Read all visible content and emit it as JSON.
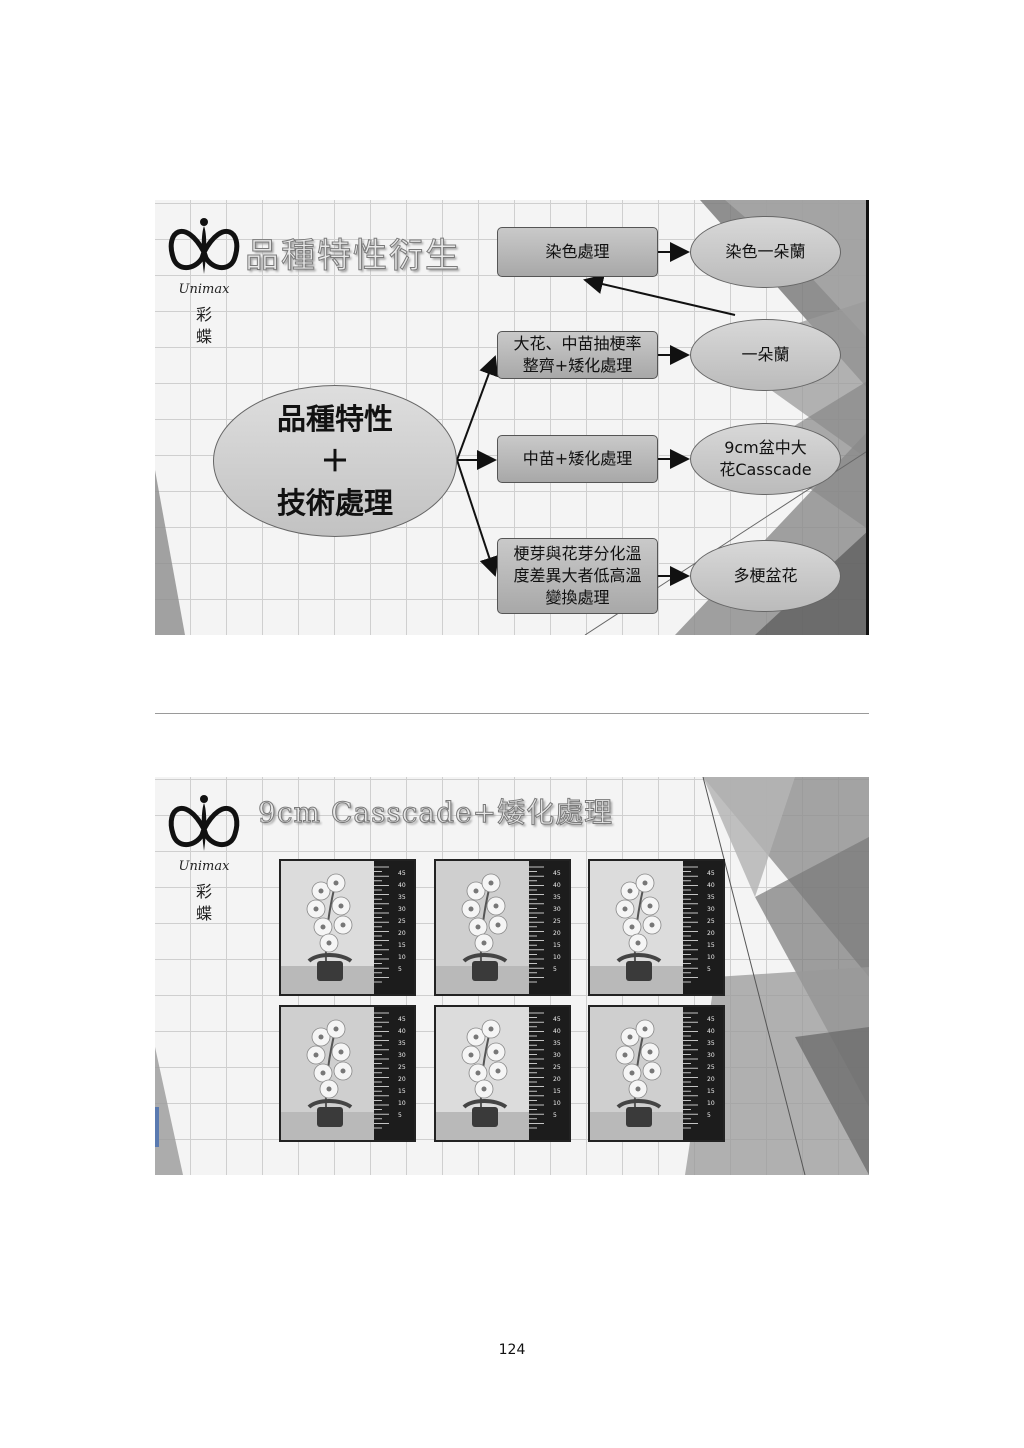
{
  "brand": {
    "name": "Unimax",
    "chinese": [
      "彩",
      "蝶"
    ]
  },
  "slide1": {
    "title": "品種特性衍生",
    "center": {
      "lines": [
        "品種特性",
        "＋",
        "技術處理"
      ]
    },
    "treatments": [
      {
        "lines": [
          "染色處理"
        ]
      },
      {
        "lines": [
          "大花、中苗抽梗率",
          "整齊+矮化處理"
        ]
      },
      {
        "lines": [
          "中苗+矮化處理"
        ]
      },
      {
        "lines": [
          "梗芽與花芽分化溫",
          "度差異大者低高溫",
          "變換處理"
        ]
      }
    ],
    "results": [
      {
        "lines": [
          "染色一朵蘭"
        ]
      },
      {
        "lines": [
          "一朵蘭"
        ]
      },
      {
        "lines": [
          "9cm盆中大",
          "花Casscade"
        ]
      },
      {
        "lines": [
          "多梗盆花"
        ]
      }
    ]
  },
  "slide2": {
    "title": "9cm Casscade+矮化處理",
    "ruler_labels": [
      "45",
      "40",
      "35",
      "30",
      "25",
      "20",
      "15",
      "10",
      "5"
    ]
  },
  "page_number": "124"
}
